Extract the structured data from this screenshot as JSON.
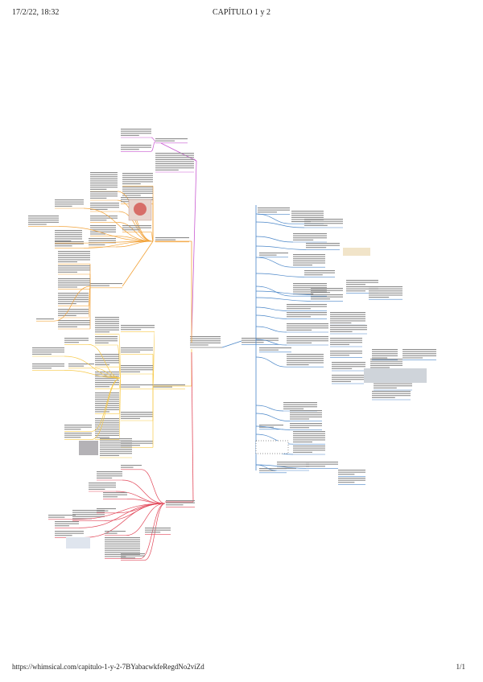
{
  "header": {
    "datetime": "17/2/22, 18:32",
    "title": "CAPÍTULO 1 y 2"
  },
  "footer": {
    "url": "https://whimsical.com/capitulo-1-y-2-7BYabacwkfeRegdNo2viZd",
    "page": "1/1"
  },
  "mindmap": {
    "branch_colors": [
      "#c95bd1",
      "#f2a33a",
      "#f7c948",
      "#e2485a",
      "#4a86c8"
    ]
  }
}
